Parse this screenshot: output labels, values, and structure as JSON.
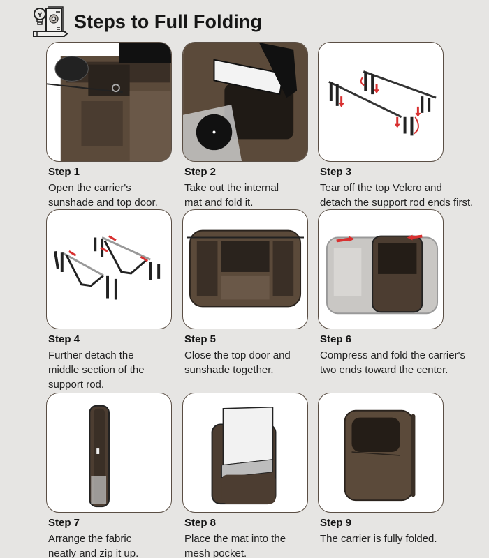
{
  "header": {
    "title": "Steps to Full Folding",
    "icon": "idea-document-icon"
  },
  "colors": {
    "background": "#e6e5e3",
    "card_border": "#5a4e44",
    "carrier_brown": "#5b4a3a",
    "arrow_red": "#d83030"
  },
  "steps": [
    {
      "label": "Step 1",
      "lines": [
        "Open the carrier's",
        "sunshade and top door."
      ],
      "image": "open-carrier-illustration"
    },
    {
      "label": "Step 2",
      "lines": [
        "Take out the internal",
        "mat and fold it."
      ],
      "image": "remove-mat-illustration"
    },
    {
      "label": "Step 3",
      "lines": [
        "Tear off the top Velcro and",
        "detach the support rod ends first."
      ],
      "image": "detach-rod-ends-illustration"
    },
    {
      "label": "Step 4",
      "lines": [
        "Further detach the",
        "middle section of the",
        "support rod."
      ],
      "image": "detach-rod-middle-illustration"
    },
    {
      "label": "Step 5",
      "lines": [
        "Close the top door and",
        "sunshade together."
      ],
      "image": "closed-carrier-illustration"
    },
    {
      "label": "Step 6",
      "lines": [
        "Compress and fold the carrier's",
        "two ends toward the center."
      ],
      "image": "compress-carrier-illustration"
    },
    {
      "label": "Step 7",
      "lines": [
        "Arrange the fabric",
        "neatly and zip it up."
      ],
      "image": "zipped-carrier-illustration"
    },
    {
      "label": "Step 8",
      "lines": [
        "Place the mat into the",
        "mesh pocket."
      ],
      "image": "mat-in-pocket-illustration"
    },
    {
      "label": "Step 9",
      "lines": [
        "The carrier is fully folded."
      ],
      "image": "folded-carrier-illustration"
    }
  ]
}
